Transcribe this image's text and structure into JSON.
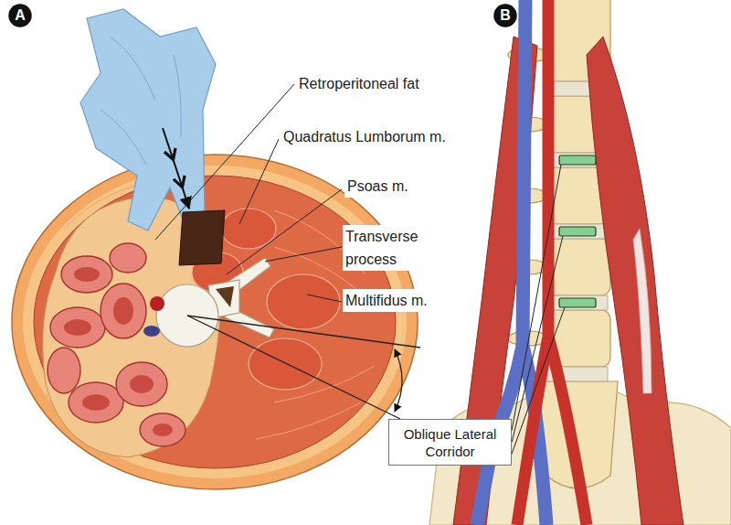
{
  "diagram": {
    "nodes": [
      {
        "text": [
          "A"
        ]
      },
      {
        "text": [
          "B"
        ]
      },
      {
        "text": [
          "Oblique Lateral Corridor"
        ]
      }
    ],
    "labels": [
      "Retroperitoneal fat",
      "Quadratus Lumborum m.",
      "Psoas m.",
      "Transverse process",
      "Multifidus m."
    ]
  }
}
